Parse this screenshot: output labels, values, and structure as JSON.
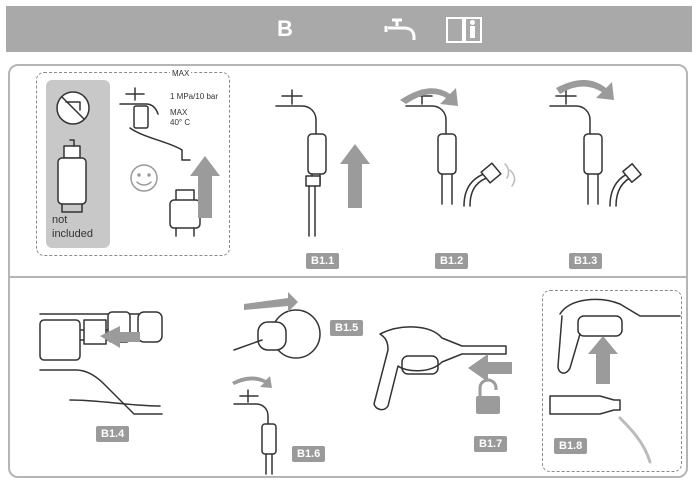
{
  "header": {
    "section_letter": "B",
    "icons": [
      "faucet-icon",
      "manual-info-icon"
    ]
  },
  "setup": {
    "pressure_label": "1 MPa/10 bar",
    "max_label_top": "MAX",
    "max_temp_label": "MAX",
    "temp_label": "40° C",
    "not_included_line1": "not",
    "not_included_line2": "included"
  },
  "steps": {
    "b1_1": "B1.1",
    "b1_2": "B1.2",
    "b1_3": "B1.3",
    "b1_4": "B1.4",
    "b1_5": "B1.5",
    "b1_6": "B1.6",
    "b1_7": "B1.7",
    "b1_8": "B1.8"
  },
  "colors": {
    "header_bg": "#a9a9a9",
    "tag_bg": "#9a9a9a",
    "arrow_grey": "#9b9b9b",
    "line": "#333333"
  }
}
